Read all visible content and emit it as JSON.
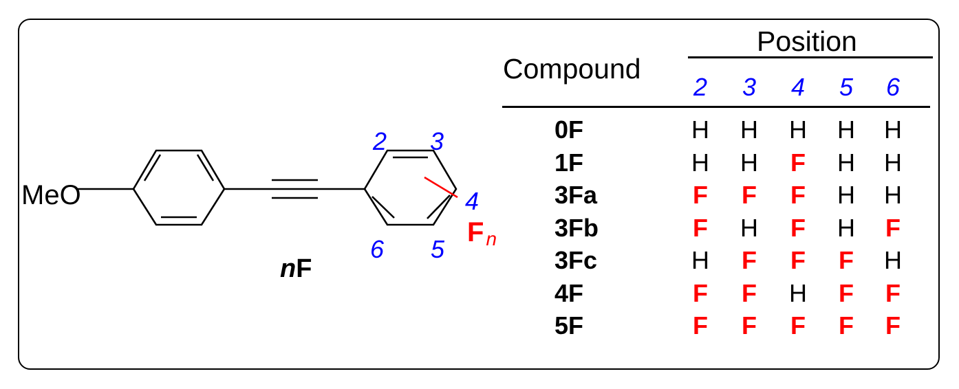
{
  "structure": {
    "substituent_left": "MeO",
    "compound_label_italic": "n",
    "compound_label_rest": "F",
    "fluorine_symbol": "F",
    "fluorine_subscript": "n",
    "ring_position_labels": {
      "p2": "2",
      "p3": "3",
      "p4": "4",
      "p5": "5",
      "p6": "6"
    },
    "colors": {
      "bond": "#000000",
      "position_label": "#0000ff",
      "fluorine": "#ff0000"
    }
  },
  "table": {
    "header_compound": "Compound",
    "header_position": "Position",
    "positions": [
      "2",
      "3",
      "4",
      "5",
      "6"
    ],
    "rows": [
      {
        "compound": "0F",
        "cells": [
          "H",
          "H",
          "H",
          "H",
          "H"
        ]
      },
      {
        "compound": "1F",
        "cells": [
          "H",
          "H",
          "F",
          "H",
          "H"
        ]
      },
      {
        "compound": "3Fa",
        "cells": [
          "F",
          "F",
          "F",
          "H",
          "H"
        ]
      },
      {
        "compound": "3Fb",
        "cells": [
          "F",
          "H",
          "F",
          "H",
          "F"
        ]
      },
      {
        "compound": "3Fc",
        "cells": [
          "H",
          "F",
          "F",
          "F",
          "H"
        ]
      },
      {
        "compound": "4F",
        "cells": [
          "F",
          "F",
          "H",
          "F",
          "F"
        ]
      },
      {
        "compound": "5F",
        "cells": [
          "F",
          "F",
          "F",
          "F",
          "F"
        ]
      }
    ]
  }
}
